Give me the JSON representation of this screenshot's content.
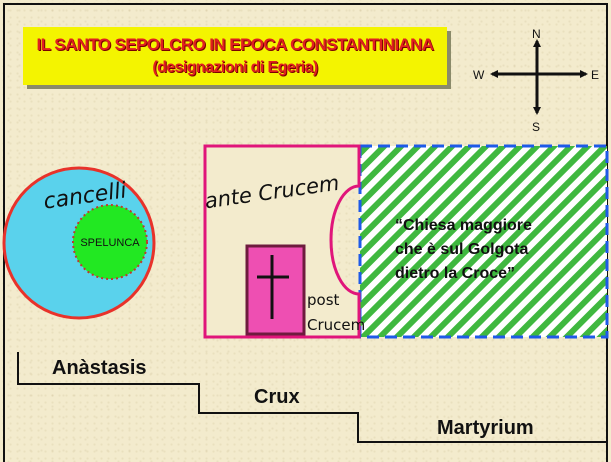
{
  "title": {
    "line1": "IL SANTO SEPOLCRO IN EPOCA CONSTANTINIANA",
    "line2": "(designazioni di Egeria)"
  },
  "compass": {
    "north": "N",
    "south": "S",
    "east": "E",
    "west": "W"
  },
  "rotunda": {
    "outer_label": "cancelli",
    "inner_label": "SPELUNCA"
  },
  "crux": {
    "ante_label": "ante Crucem",
    "post_label_line1": "post",
    "post_label_line2": "Crucem"
  },
  "martyrium": {
    "line1": "“Chiesa maggiore",
    "line2": "che è sul Golgota",
    "line3": "dietro la Croce”"
  },
  "periods": {
    "anastasis": "Anàstasis",
    "crux": "Crux",
    "martyrium": "Martyrium"
  },
  "colors": {
    "background": "#f3ebcd",
    "title_bg": "#f4f400",
    "title_text": "#e02020",
    "rotunda_fill": "#5ad2ec",
    "rotunda_border": "#e8322a",
    "spelunca_fill": "#22e822",
    "crux_border": "#e0157a",
    "golgotha_fill": "#ee4fb2",
    "martyrium_stripes": "#3fb83f",
    "martyrium_border": "#1e5ae8"
  }
}
